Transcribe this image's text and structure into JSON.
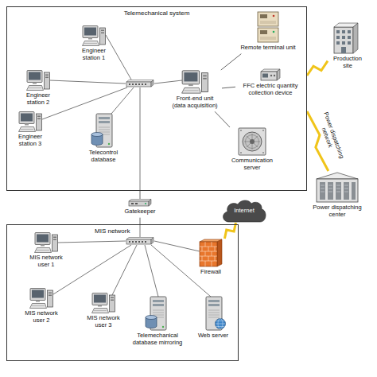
{
  "diagram": {
    "nodes": [
      {
        "text": [
          "Telemechanical system"
        ]
      },
      {
        "text": [
          "Engineer station 1"
        ],
        "in": 0
      },
      {
        "text": [
          "Engineer station 2"
        ],
        "in": 0
      },
      {
        "text": [
          "Engineer station 3"
        ],
        "in": 0
      },
      {
        "text": [
          "Telecontrol database"
        ],
        "in": 0
      },
      {
        "text": [
          "Front-end unit (data acquisition)"
        ],
        "in": 0
      },
      {
        "text": [
          "Remote terminal unit"
        ],
        "in": 0
      },
      {
        "text": [
          "FFC electric quantity collection device"
        ],
        "in": 0
      },
      {
        "text": [
          "Communication server"
        ],
        "in": 0
      },
      {
        "text": [
          "Production site"
        ]
      },
      {
        "text": [
          "Power dispatching center"
        ]
      },
      {
        "text": [
          "Gatekeeper"
        ]
      },
      {
        "text": [
          "MIS network"
        ]
      },
      {
        "text": [
          "MIS network user 1"
        ],
        "in": 12
      },
      {
        "text": [
          "MIS network user 2"
        ],
        "in": 12
      },
      {
        "text": [
          "MIS network user 3"
        ],
        "in": 12
      },
      {
        "text": [
          "Telemechanical database mirroring"
        ],
        "in": 12
      },
      {
        "text": [
          "Web server"
        ],
        "in": 12
      },
      {
        "text": [
          "Firewall"
        ],
        "in": 12
      },
      {
        "text": [
          "Internet"
        ]
      }
    ],
    "edges": [
      {
        "from": 5,
        "to": 6,
        "arrow": "none"
      },
      {
        "from": 5,
        "to": 7,
        "arrow": "none"
      },
      {
        "from": 5,
        "to": 8,
        "arrow": "none"
      },
      {
        "from": 0,
        "to": 9,
        "arrow": "none"
      },
      {
        "from": 0,
        "to": 10,
        "label": "Power dispatching network",
        "arrow": "none"
      },
      {
        "from": 0,
        "to": 11,
        "arrow": "none"
      },
      {
        "from": 11,
        "to": 12,
        "arrow": "none"
      },
      {
        "from": 18,
        "to": 19,
        "arrow": "none"
      }
    ]
  }
}
